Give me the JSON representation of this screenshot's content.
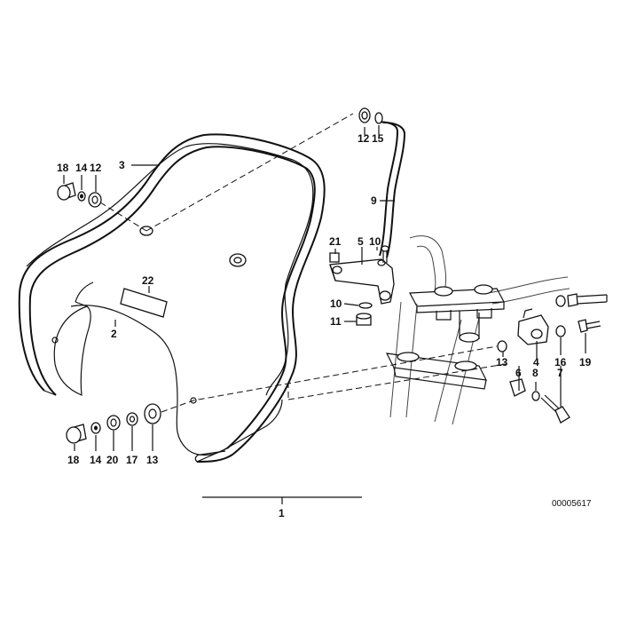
{
  "diagram": {
    "drawing_number": "00005617",
    "callouts": [
      {
        "id": "c18a",
        "label": "18"
      },
      {
        "id": "c14a",
        "label": "14"
      },
      {
        "id": "c12a",
        "label": "12"
      },
      {
        "id": "c3",
        "label": "3"
      },
      {
        "id": "c12b",
        "label": "12"
      },
      {
        "id": "c15",
        "label": "15"
      },
      {
        "id": "c9",
        "label": "9"
      },
      {
        "id": "c21",
        "label": "21"
      },
      {
        "id": "c5",
        "label": "5"
      },
      {
        "id": "c10a",
        "label": "10"
      },
      {
        "id": "c22",
        "label": "22"
      },
      {
        "id": "c10b",
        "label": "10"
      },
      {
        "id": "c11",
        "label": "11"
      },
      {
        "id": "c2",
        "label": "2"
      },
      {
        "id": "c13a",
        "label": "13"
      },
      {
        "id": "c4",
        "label": "4"
      },
      {
        "id": "c16",
        "label": "16"
      },
      {
        "id": "c19",
        "label": "19"
      },
      {
        "id": "c6",
        "label": "6"
      },
      {
        "id": "c8",
        "label": "8"
      },
      {
        "id": "c7",
        "label": "7"
      },
      {
        "id": "c18b",
        "label": "18"
      },
      {
        "id": "c14b",
        "label": "14"
      },
      {
        "id": "c20",
        "label": "20"
      },
      {
        "id": "c17",
        "label": "17"
      },
      {
        "id": "c13b",
        "label": "13"
      },
      {
        "id": "c1",
        "label": "1"
      }
    ]
  }
}
